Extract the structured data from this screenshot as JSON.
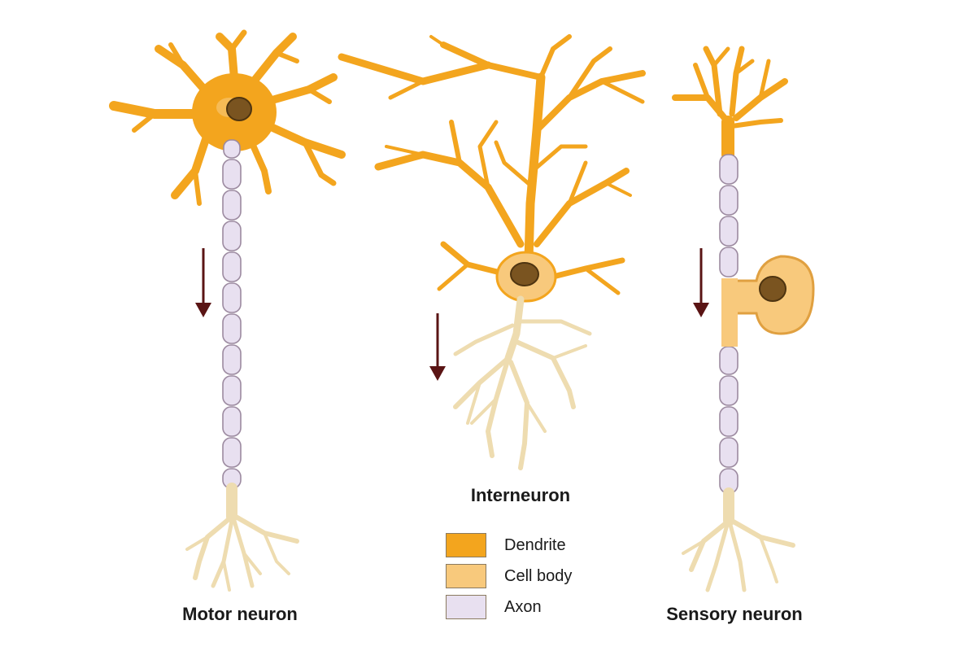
{
  "labels": {
    "motor": "Motor neuron",
    "inter": "Interneuron",
    "sensory": "Sensory neuron"
  },
  "legend": [
    {
      "label": "Dendrite",
      "color": "#f3a51e"
    },
    {
      "label": "Cell body",
      "color": "#f8c97c"
    },
    {
      "label": "Axon",
      "color": "#e8e0f0"
    }
  ],
  "colors": {
    "dendrite": "#f3a51e",
    "dendrite_outline": "#c98410",
    "cell_body": "#f8c97c",
    "axon": "#e8e0f0",
    "axon_outline": "#9c8aa0",
    "terminal": "#eedcb0",
    "terminal_outline": "#b59a6a",
    "nucleus": "#7a5420",
    "arrow": "#5a1414"
  }
}
